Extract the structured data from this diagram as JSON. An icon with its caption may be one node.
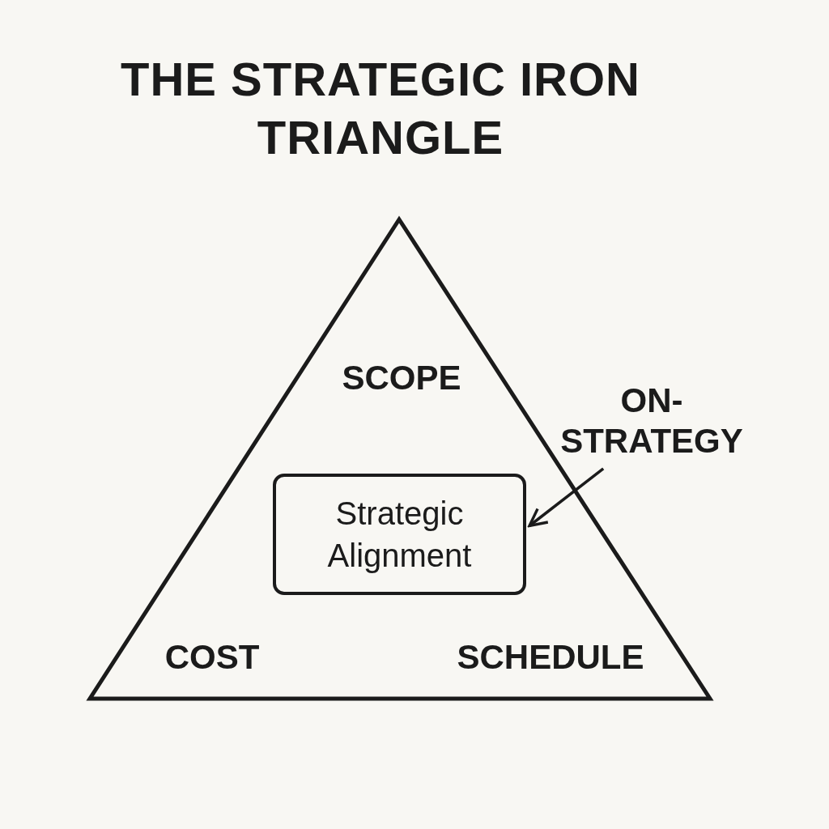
{
  "diagram": {
    "title": "THE STRATEGIC IRON TRIANGLE",
    "nodes": [
      {
        "text": [
          "SCOPE",
          "COST",
          "SCHEDULE"
        ]
      },
      {
        "text": [
          "Strategic Alignment"
        ],
        "in": 0
      },
      {
        "text": [
          "ON-STRATEGY"
        ]
      }
    ],
    "edges": [
      {
        "from": 2,
        "to": 1,
        "arrow": "to"
      }
    ]
  }
}
